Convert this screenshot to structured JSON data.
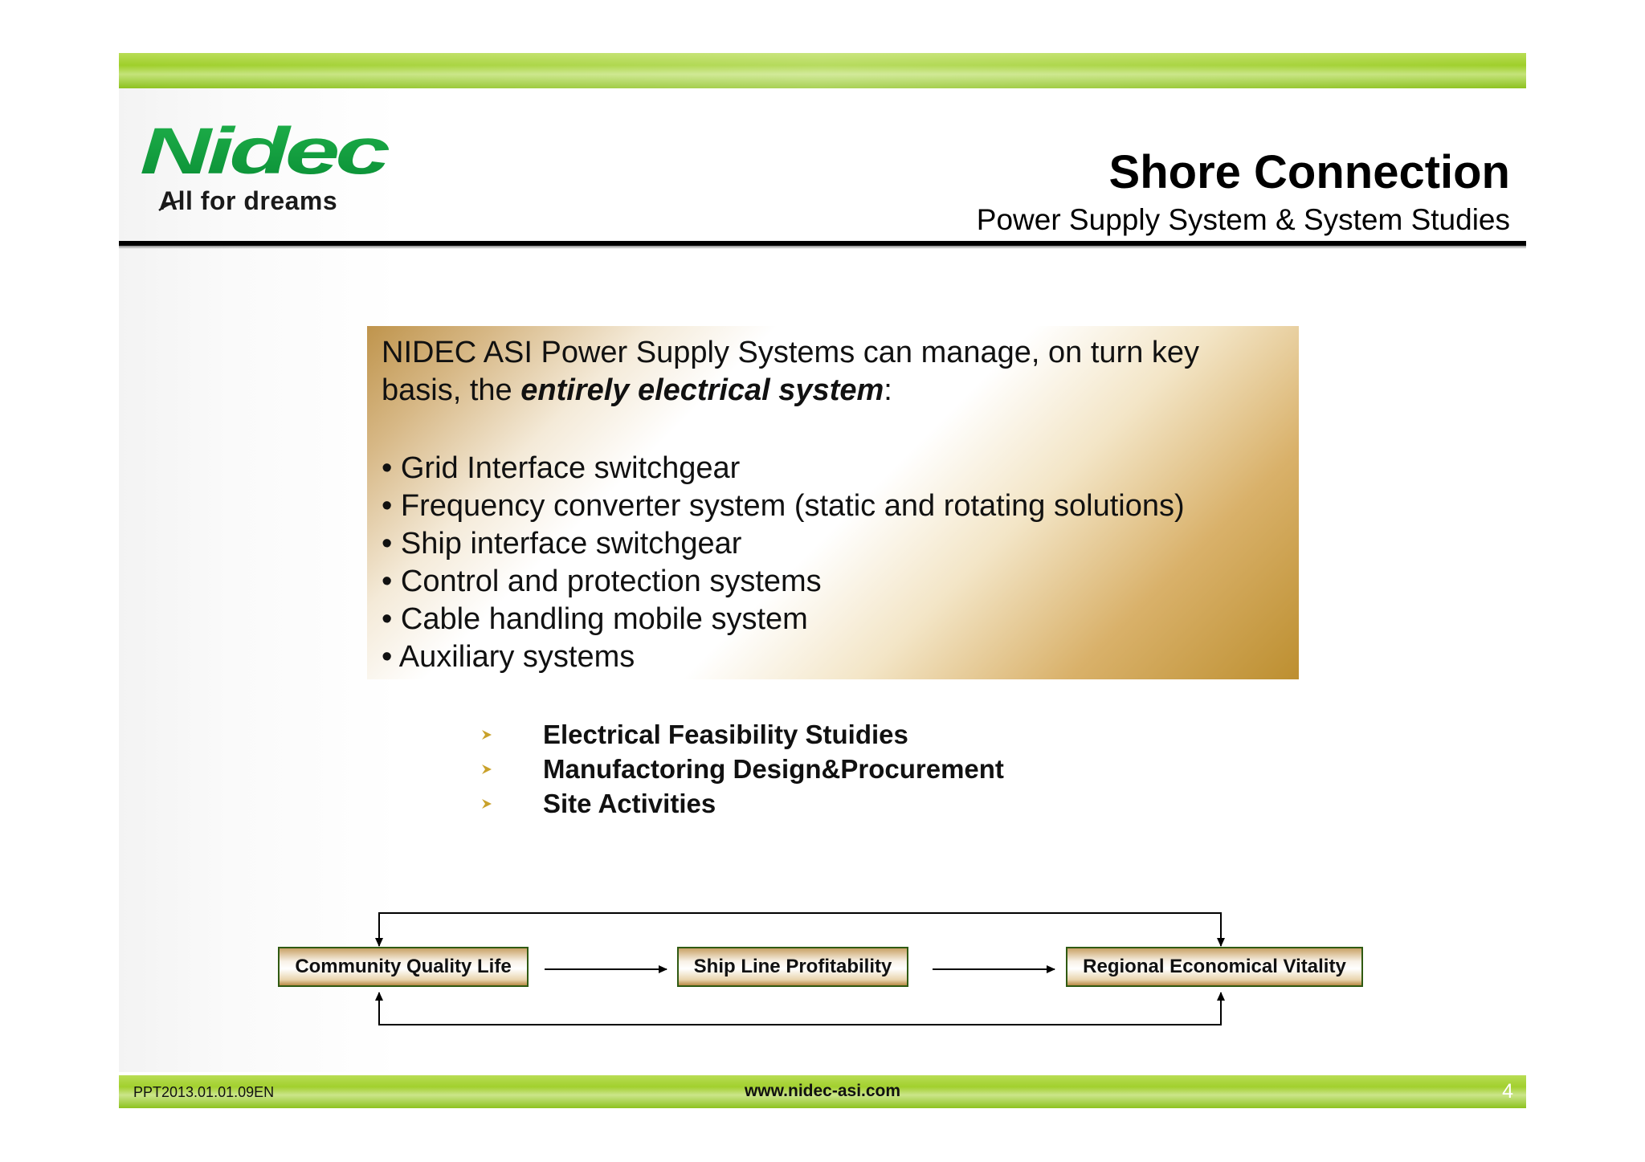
{
  "brand": {
    "logo_text": "Nidec",
    "tagline": "All for dreams",
    "color_green": "#0a9a3a"
  },
  "header": {
    "title": "Shore Connection",
    "subtitle": "Power Supply System & System Studies"
  },
  "feature_box": {
    "intro_prefix": "NIDEC ASI Power Supply Systems can manage, on turn key basis, the ",
    "intro_emphasis": "entirely electrical system",
    "intro_suffix": ":",
    "items": [
      "Grid Interface switchgear",
      "Frequency converter system (static and rotating solutions)",
      "Ship interface switchgear",
      "Control and protection systems",
      "Cable handling mobile system",
      "Auxiliary systems"
    ]
  },
  "services": [
    "Electrical Feasibility Stuidies",
    "Manufactoring Design&Procurement",
    "Site Activities"
  ],
  "flow": {
    "nodes": [
      "Community Quality Life",
      "Ship Line Profitability",
      "Regional Economical Vitality"
    ]
  },
  "footer": {
    "code": "PPT2013.01.01.09EN",
    "url": "www.nidec-asi.com",
    "page": "4"
  }
}
